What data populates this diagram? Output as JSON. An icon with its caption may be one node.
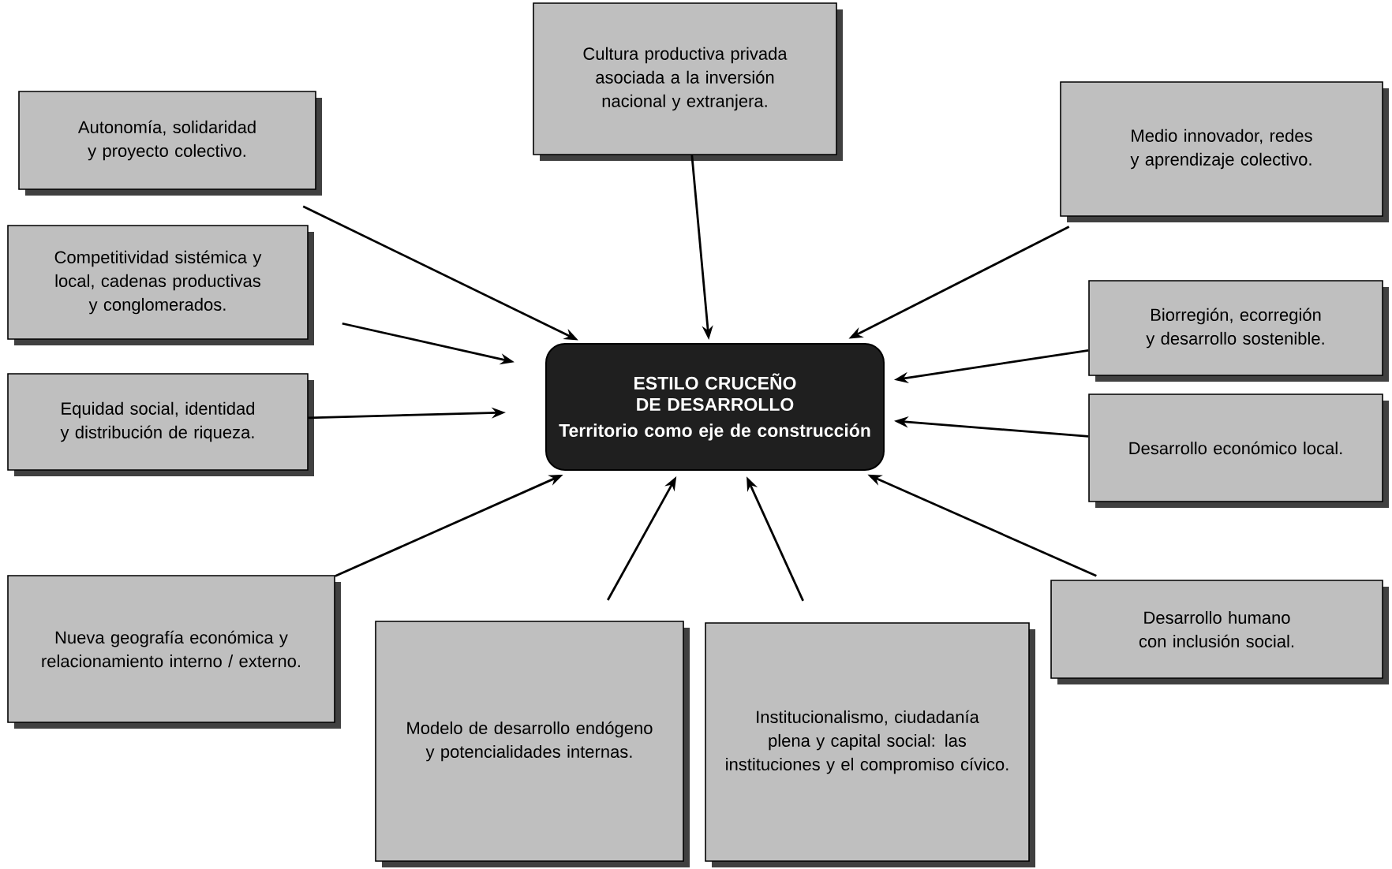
{
  "diagram": {
    "nodes": [
      {
        "text": [
          "ESTILO CRUCEÑO DE DESARROLLO",
          "Territorio como eje de construcción"
        ]
      },
      {
        "text": [
          "Cultura productiva privada asociada a la inversión nacional y extranjera."
        ]
      },
      {
        "text": [
          "Autonomía, solidaridad y proyecto colectivo."
        ]
      },
      {
        "text": [
          "Competitividad sistémica y local, cadenas productivas y conglomerados."
        ]
      },
      {
        "text": [
          "Equidad social, identidad y distribución de riqueza."
        ]
      },
      {
        "text": [
          "Nueva geografía económica y relacionamiento interno / externo."
        ]
      },
      {
        "text": [
          "Modelo de desarrollo endógeno y potencialidades internas."
        ]
      },
      {
        "text": [
          "Institucionalismo, ciudadanía plena y capital social: las instituciones y el compromiso cívico."
        ]
      },
      {
        "text": [
          "Medio innovador, redes y aprendizaje colectivo."
        ]
      },
      {
        "text": [
          "Biorregión, ecorregión y desarrollo sostenible."
        ]
      },
      {
        "text": [
          "Desarrollo económico local."
        ]
      },
      {
        "text": [
          "Desarrollo humano con inclusión social."
        ]
      }
    ],
    "edges": [
      {
        "from": 1,
        "to": 0,
        "arrow": "to"
      },
      {
        "from": 2,
        "to": 0,
        "arrow": "to"
      },
      {
        "from": 3,
        "to": 0,
        "arrow": "to"
      },
      {
        "from": 4,
        "to": 0,
        "arrow": "to"
      },
      {
        "from": 5,
        "to": 0,
        "arrow": "to"
      },
      {
        "from": 6,
        "to": 0,
        "arrow": "to"
      },
      {
        "from": 7,
        "to": 0,
        "arrow": "to"
      },
      {
        "from": 8,
        "to": 0,
        "arrow": "to"
      },
      {
        "from": 9,
        "to": 0,
        "arrow": "to"
      },
      {
        "from": 10,
        "to": 0,
        "arrow": "to"
      },
      {
        "from": 11,
        "to": 0,
        "arrow": "to"
      }
    ]
  }
}
